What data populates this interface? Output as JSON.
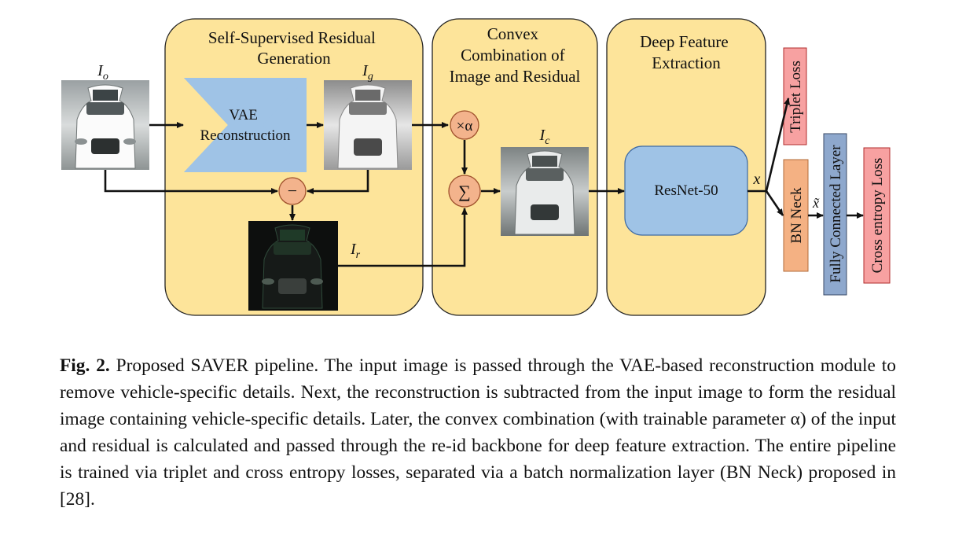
{
  "panels": {
    "residual_generation": [
      "Self-Supervised Residual",
      "Generation"
    ],
    "convex_combination": [
      "Convex",
      "Combination of",
      "Image and Residual"
    ],
    "deep_feature": [
      "Deep Feature",
      "Extraction"
    ]
  },
  "variables": {
    "input": {
      "base": "I",
      "sub": "o"
    },
    "reconstruction": {
      "base": "I",
      "sub": "g"
    },
    "residual": {
      "base": "I",
      "sub": "r"
    },
    "combined": {
      "base": "I",
      "sub": "c"
    },
    "feature": "x",
    "feature_norm": "x̃"
  },
  "blocks": {
    "vae": [
      "VAE",
      "Reconstruction"
    ],
    "resnet": "ResNet-50",
    "triplet_loss": "Triplet Loss",
    "bn_neck": "BN Neck",
    "fc_layer": "Fully Connected Layer",
    "ce_loss": "Cross entropy Loss"
  },
  "operators": {
    "minus": "−",
    "scale": "×α",
    "sum": "∑"
  },
  "colors": {
    "panel_fill": "#fde49a",
    "panel_stroke": "#222222",
    "block_blue": "#9fc3e6",
    "resnet_stroke": "#3e6aa3",
    "op_fill": "#f3b38c",
    "op_stroke": "#a0522d",
    "triplet_fill": "#f7a1a1",
    "bn_fill": "#f4b183",
    "fc_fill": "#8ea8cd",
    "ce_fill": "#f7a1a1"
  },
  "caption": {
    "label": "Fig. 2.",
    "text": " Proposed SAVER pipeline. The input image is passed through the VAE-based reconstruction module to remove vehicle-specific details. Next, the reconstruction is subtracted from the input image to form the residual image containing vehicle-specific details. Later, the convex combination (with trainable parameter α) of the input and residual is calculated and passed through the re-id backbone for deep feature extraction. The entire pipeline is trained via triplet and cross entropy losses, separated via a batch normalization layer (BN Neck) proposed in [28]."
  }
}
